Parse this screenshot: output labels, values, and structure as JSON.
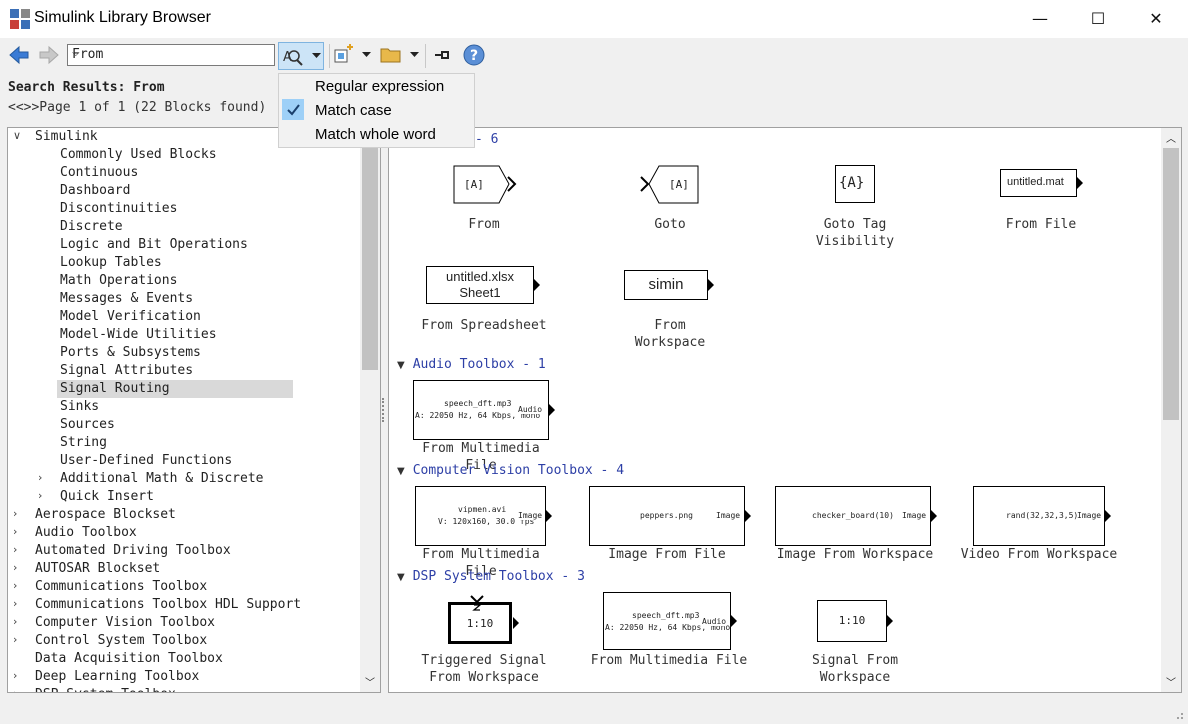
{
  "window": {
    "title": "Simulink Library Browser",
    "minimize": "—",
    "maximize": "☐",
    "close": "✕"
  },
  "toolbar": {
    "search_value": "From",
    "icons": [
      "back-arrow-icon",
      "forward-arrow-icon",
      "search-options-icon",
      "new-model-icon",
      "open-folder-icon",
      "pin-icon",
      "help-icon"
    ]
  },
  "search_menu": {
    "items": [
      {
        "label": "Regular expression",
        "checked": false
      },
      {
        "label": "Match case",
        "checked": true
      },
      {
        "label": "Match whole word",
        "checked": false
      }
    ]
  },
  "results": {
    "title": "Search Results: From",
    "page": "<<>>Page 1 of 1 (22 Blocks found)"
  },
  "tree": {
    "root": "Simulink",
    "children": [
      "Commonly Used Blocks",
      "Continuous",
      "Dashboard",
      "Discontinuities",
      "Discrete",
      "Logic and Bit Operations",
      "Lookup Tables",
      "Math Operations",
      "Messages & Events",
      "Model Verification",
      "Model-Wide Utilities",
      "Ports & Subsystems",
      "Signal Attributes",
      "Signal Routing",
      "Sinks",
      "Sources",
      "String",
      "User-Defined Functions",
      "Additional Math & Discrete",
      "Quick Insert"
    ],
    "selected": "Signal Routing",
    "toolboxes": [
      "Aerospace Blockset",
      "Audio Toolbox",
      "Automated Driving Toolbox",
      "AUTOSAR Blockset",
      "Communications Toolbox",
      "Communications Toolbox HDL Support",
      "Computer Vision Toolbox",
      "Control System Toolbox",
      "Data Acquisition Toolbox",
      "Deep Learning Toolbox",
      "DSP System Toolbox"
    ]
  },
  "groups": [
    {
      "header": "- 6",
      "blocks": [
        {
          "label": "From",
          "text": "[A]"
        },
        {
          "label": "Goto",
          "text": "[A]"
        },
        {
          "label": "Goto Tag\nVisibility",
          "text": "{A}"
        },
        {
          "label": "From File",
          "text": "untitled.mat"
        },
        {
          "label": "From Spreadsheet",
          "text": "untitled.xlsx\nSheet1"
        },
        {
          "label": "From\nWorkspace",
          "text": "simin"
        }
      ]
    },
    {
      "header": "Audio Toolbox - 1",
      "blocks": [
        {
          "label": "From Multimedia File",
          "text": "speech_dft.mp3",
          "sub": "A: 22050 Hz, 64 Kbps, mono",
          "port": "Audio"
        }
      ]
    },
    {
      "header": "Computer Vision Toolbox - 4",
      "blocks": [
        {
          "label": "From Multimedia File",
          "text": "vipmen.avi",
          "sub": "V: 120x160, 30.0 fps",
          "port": "Image"
        },
        {
          "label": "Image From File",
          "text": "peppers.png",
          "port": "Image"
        },
        {
          "label": "Image From Workspace",
          "text": "checker_board(10)",
          "port": "Image"
        },
        {
          "label": "Video From Workspace",
          "text": "rand(32,32,3,5)",
          "port": "Image"
        }
      ]
    },
    {
      "header": "DSP System Toolbox - 3",
      "blocks": [
        {
          "label": "Triggered Signal\nFrom Workspace",
          "text": "1:10"
        },
        {
          "label": "From Multimedia File",
          "text": "speech_dft.mp3",
          "sub": "A: 22050 Hz, 64 Kbps, mono",
          "port": "Audio"
        },
        {
          "label": "Signal From\nWorkspace",
          "text": "1:10"
        }
      ]
    }
  ]
}
